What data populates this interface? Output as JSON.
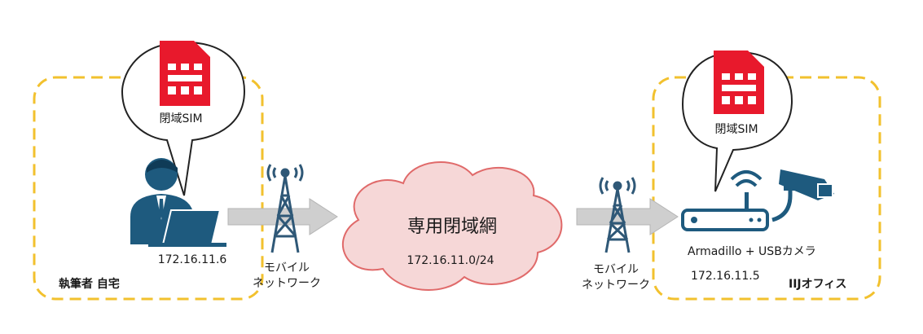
{
  "colors": {
    "zone_border": "#f2c12e",
    "sim_red": "#e8192c",
    "cloud_fill": "#f6d7d7",
    "cloud_stroke": "#e06a6a",
    "arrow_fill": "#cfcfcf",
    "tower": "#2f5877",
    "person": "#1e5a7e",
    "device": "#1e5a7e"
  },
  "left_zone": {
    "label": "執筆者 自宅",
    "sim_label": "閉域SIM",
    "ip": "172.16.11.6",
    "tower_label_line1": "モバイル",
    "tower_label_line2": "ネットワーク"
  },
  "cloud": {
    "title": "専用閉域網",
    "subnet": "172.16.11.0/24"
  },
  "right_zone": {
    "label": "IIJオフィス",
    "sim_label": "閉域SIM",
    "device_label": "Armadillo + USBカメラ",
    "ip": "172.16.11.5",
    "tower_label_line1": "モバイル",
    "tower_label_line2": "ネットワーク"
  },
  "icons": {
    "sim": "sim-card-icon",
    "person": "person-at-laptop-icon",
    "tower": "antenna-tower-icon",
    "cloud": "cloud-icon",
    "router": "router-icon",
    "camera": "security-camera-icon"
  }
}
